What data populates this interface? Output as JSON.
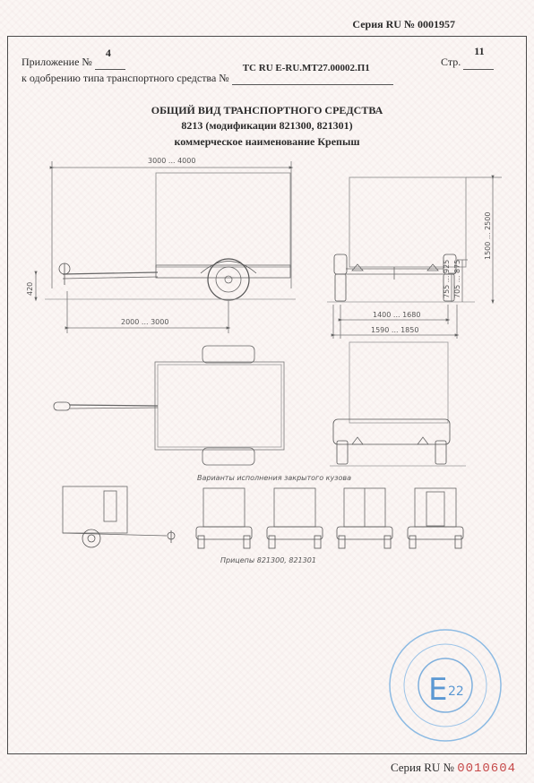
{
  "header": {
    "series_top": "Серия RU № 0001957",
    "annex_label": "Приложение №",
    "annex_number": "4",
    "page_label": "Стр.",
    "page_number": "11",
    "approval_label": "к одобрению типа транспортного средства №",
    "approval_number": "ТС RU E-RU.MT27.00002.П1"
  },
  "title": {
    "line1": "ОБЩИЙ ВИД ТРАНСПОРТНОГО СРЕДСТВА",
    "line2": "8213 (модификации 821300, 821301)",
    "line3": "коммерческое наименование Крепыш"
  },
  "dimensions": {
    "length": "3000 ... 4000",
    "wheelbase": "2000 ... 3000",
    "hitch_height": "420",
    "total_height": "1500 ... 2500",
    "h1": "705 ... 875",
    "h2": "755 ... 925",
    "track": "1400 ... 1680",
    "width": "1590 ... 1850"
  },
  "captions": {
    "body_variants": "Варианты исполнения закрытого кузова",
    "trailers": "Прицепы 821300, 821301"
  },
  "stamp": {
    "mark": "E",
    "number": "22"
  },
  "footer": {
    "series_label": "Серия RU №",
    "series_number": "0010604"
  }
}
